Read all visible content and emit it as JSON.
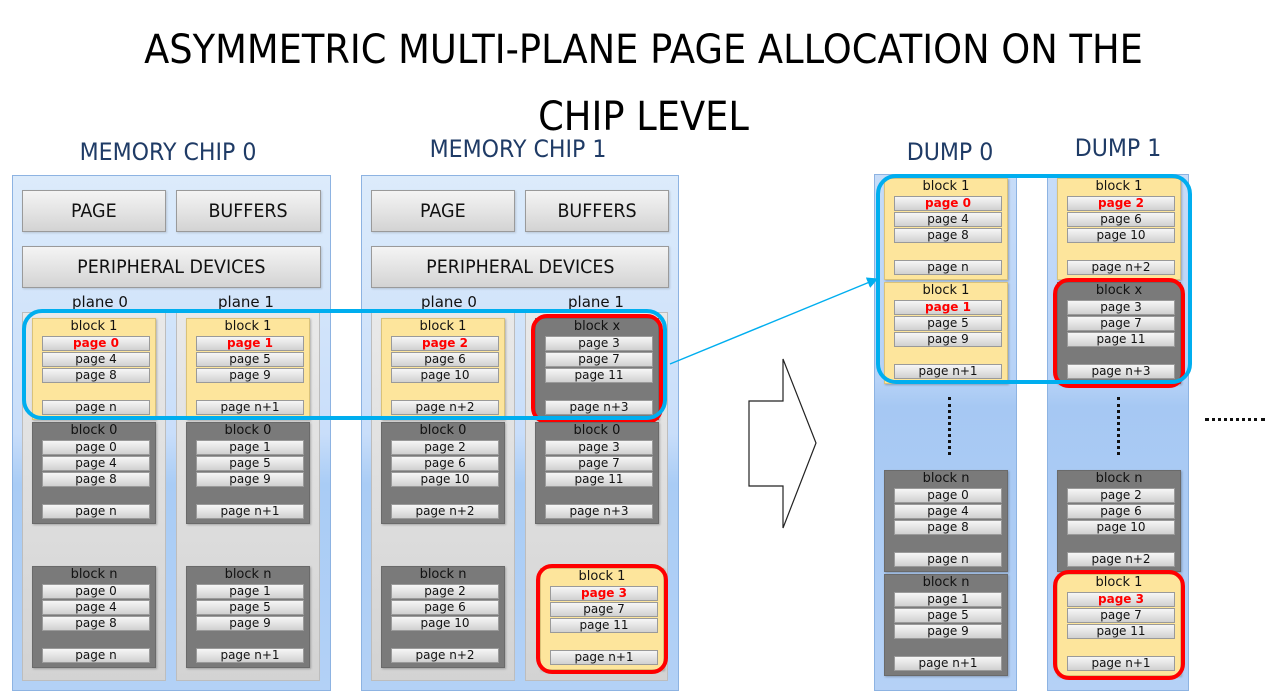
{
  "title": {
    "line1": "ASYMMETRIC  MULTI-PLANE PAGE ALLOCATION ON THE",
    "line2": "CHIP LEVEL"
  },
  "colors": {
    "active_block": "#fde59c",
    "inactive_block": "#7a7a7a",
    "highlight_ring": "#00aeef",
    "remap_ring": "#ff0000",
    "highlight_text": "#ff0000"
  },
  "chips": [
    {
      "name": "MEMORY CHIP 0",
      "page_label": "PAGE",
      "buffers_label": "BUFFERS",
      "peripheral_label": "PERIPHERAL DEVICES",
      "planes": [
        {
          "label": "plane 0",
          "blocks": [
            {
              "label": "block 1",
              "state": "active",
              "pages": [
                "page 0",
                "page 4",
                "page 8",
                "page n"
              ],
              "highlight_page": 0
            },
            {
              "label": "block 0",
              "state": "inactive",
              "pages": [
                "page 0",
                "page 4",
                "page 8",
                "page n"
              ]
            },
            {
              "label": "block n",
              "state": "inactive",
              "pages": [
                "page 0",
                "page 4",
                "page 8",
                "page n"
              ]
            }
          ]
        },
        {
          "label": "plane 1",
          "blocks": [
            {
              "label": "block 1",
              "state": "active",
              "pages": [
                "page 1",
                "page 5",
                "page 9",
                "page n+1"
              ],
              "highlight_page": 0
            },
            {
              "label": "block 0",
              "state": "inactive",
              "pages": [
                "page 1",
                "page 5",
                "page 9",
                "page n+1"
              ]
            },
            {
              "label": "block n",
              "state": "inactive",
              "pages": [
                "page 1",
                "page 5",
                "page 9",
                "page n+1"
              ]
            }
          ]
        }
      ]
    },
    {
      "name": "MEMORY CHIP 1",
      "page_label": "PAGE",
      "buffers_label": "BUFFERS",
      "peripheral_label": "PERIPHERAL DEVICES",
      "planes": [
        {
          "label": "plane 0",
          "blocks": [
            {
              "label": "block 1",
              "state": "active",
              "pages": [
                "page 2",
                "page 6",
                "page 10",
                "page n+2"
              ],
              "highlight_page": 0
            },
            {
              "label": "block 0",
              "state": "inactive",
              "pages": [
                "page 2",
                "page 6",
                "page 10",
                "page n+2"
              ]
            },
            {
              "label": "block n",
              "state": "inactive",
              "pages": [
                "page 2",
                "page 6",
                "page 10",
                "page n+2"
              ]
            }
          ]
        },
        {
          "label": "plane 1",
          "blocks": [
            {
              "label": "block x",
              "state": "inactive",
              "pages": [
                "page 3",
                "page 7",
                "page 11",
                "page n+3"
              ],
              "red_ring": true
            },
            {
              "label": "block 0",
              "state": "inactive",
              "pages": [
                "page 3",
                "page 7",
                "page 11",
                "page n+3"
              ]
            },
            {
              "label": "block 1",
              "state": "active",
              "pages": [
                "page 3",
                "page 7",
                "page 11",
                "page n+1"
              ],
              "highlight_page": 0,
              "red_ring": true
            }
          ]
        }
      ]
    }
  ],
  "dumps": [
    {
      "name": "DUMP 0",
      "top_blocks": [
        {
          "label": "block 1",
          "state": "active",
          "pages": [
            "page 0",
            "page 4",
            "page 8",
            "page n"
          ],
          "highlight_page": 0
        },
        {
          "label": "block 1",
          "state": "active",
          "pages": [
            "page 1",
            "page 5",
            "page 9",
            "page n+1"
          ],
          "highlight_page": 0
        }
      ],
      "bottom_blocks": [
        {
          "label": "block n",
          "state": "inactive",
          "pages": [
            "page 0",
            "page 4",
            "page 8",
            "page n"
          ]
        },
        {
          "label": "block n",
          "state": "inactive",
          "pages": [
            "page 1",
            "page 5",
            "page 9",
            "page n+1"
          ]
        }
      ]
    },
    {
      "name": "DUMP 1",
      "top_blocks": [
        {
          "label": "block 1",
          "state": "active",
          "pages": [
            "page 2",
            "page 6",
            "page 10",
            "page n+2"
          ],
          "highlight_page": 0
        },
        {
          "label": "block x",
          "state": "inactive",
          "pages": [
            "page 3",
            "page 7",
            "page 11",
            "page n+3"
          ],
          "red_ring": true
        }
      ],
      "bottom_blocks": [
        {
          "label": "block n",
          "state": "inactive",
          "pages": [
            "page 2",
            "page 6",
            "page 10",
            "page n+2"
          ]
        },
        {
          "label": "block 1",
          "state": "active",
          "pages": [
            "page 3",
            "page 7",
            "page 11",
            "page n+1"
          ],
          "highlight_page": 0,
          "red_ring": true
        }
      ]
    }
  ],
  "continuation_marker": "........."
}
